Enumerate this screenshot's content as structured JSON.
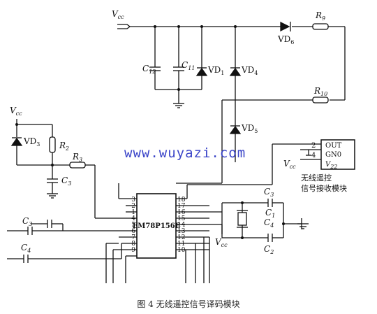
{
  "labels": {
    "vcc_top": "V",
    "vcc_sub": "cc",
    "c12": "C",
    "c12_sub": "12",
    "c11": "C",
    "c11_sub": "11",
    "vd1": "VD",
    "vd1_sub": "1",
    "vd4": "VD",
    "vd4_sub": "4",
    "vd5": "VD",
    "vd5_sub": "5",
    "vd6": "VD",
    "vd6_sub": "6",
    "r9": "R",
    "r9_sub": "9",
    "r10": "R",
    "r10_sub": "10",
    "vcc_left": "V",
    "vcc_left_sub": "cc",
    "vd3": "VD",
    "vd3_sub": "3",
    "r2": "R",
    "r2_sub": "2",
    "r3": "R",
    "r3_sub": "3",
    "c3_left": "C",
    "c3_left_sub": "3",
    "c3_bottom_left": "C",
    "c3_bottom_left_sub": "3",
    "c4_left": "C",
    "c4_left_sub": "4",
    "chip": "EM78P156E",
    "vcc_mid": "V",
    "vcc_mid_sub": "cc",
    "c3_right": "C",
    "c3_right_sub": "3",
    "c1": "C",
    "c1_sub": "1",
    "c4_right": "C",
    "c4_right_sub": "4",
    "c2": "C",
    "c2_sub": "2",
    "vcc_module": "V",
    "vcc_module_sub": "cc",
    "mod_out": "OUT",
    "mod_gno": "GN0",
    "mod_v22": "V",
    "mod_v22_sub": "22",
    "mod_pin2": "2",
    "mod_pin4": "4",
    "module_line1": "无线遥控",
    "module_line2": "信号接收模块"
  },
  "pins_left": [
    "3",
    "2",
    "1",
    "4",
    "5",
    "6",
    "7",
    "8",
    "9"
  ],
  "pins_right": [
    "18",
    "17",
    "16",
    "15",
    "14",
    "13",
    "12",
    "11",
    "10"
  ],
  "watermark": "www.wuyazi.com",
  "caption": "图 4   无线遥控信号译码模块"
}
